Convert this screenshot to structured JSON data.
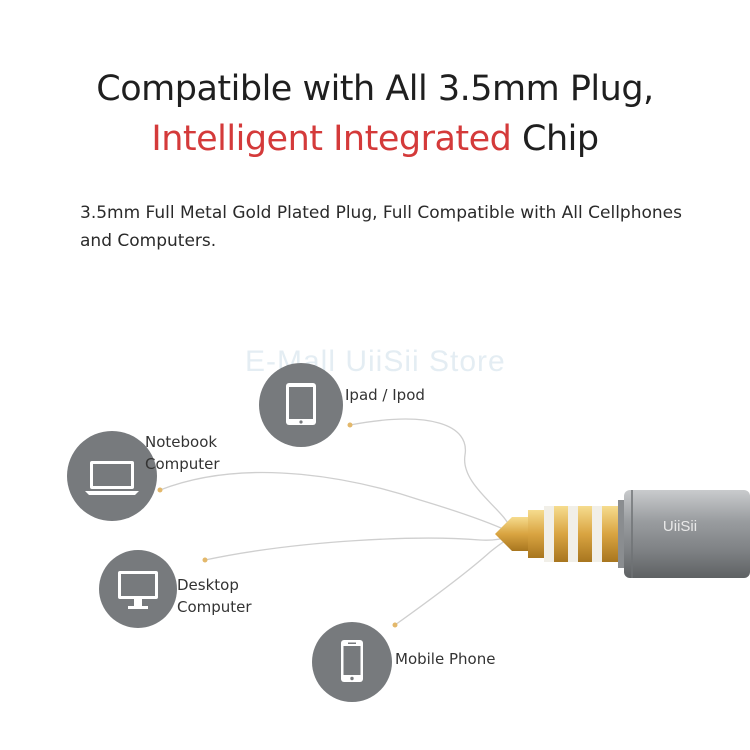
{
  "headline": {
    "line1": "Compatible with All 3.5mm Plug,",
    "line2_highlight": "Intelligent Integrated",
    "line2_rest": " Chip"
  },
  "description": {
    "line1": "3.5mm Full Metal Gold Plated Plug, Full Compatible with All Cellphones",
    "line2": "and Computers."
  },
  "watermark": "E-Mall UiiSii Store",
  "devices": [
    {
      "icon": "tablet-icon",
      "label_line1": "Ipad / Ipod",
      "label_line2": ""
    },
    {
      "icon": "laptop-icon",
      "label_line1": "Notebook",
      "label_line2": "Computer"
    },
    {
      "icon": "monitor-icon",
      "label_line1": "Desktop",
      "label_line2": "Computer"
    },
    {
      "icon": "phone-icon",
      "label_line1": "Mobile Phone",
      "label_line2": ""
    }
  ],
  "plug": {
    "brand": "UiiSii"
  },
  "colors": {
    "accent_red": "#d43a3a",
    "circle_gray": "#777a7d",
    "gold": "#d9a441"
  }
}
